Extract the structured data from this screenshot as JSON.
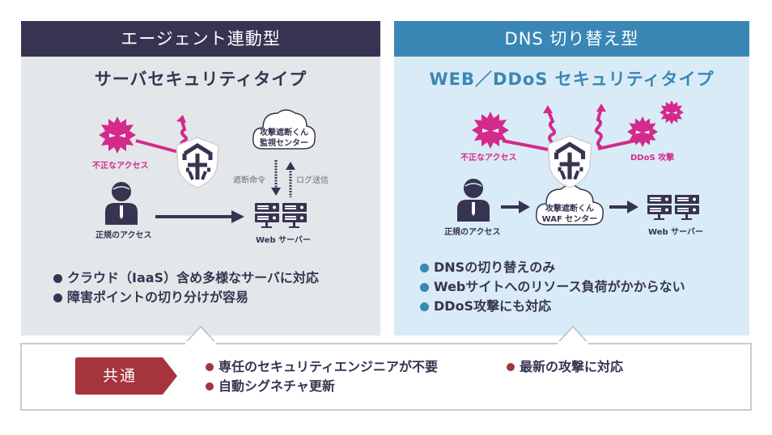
{
  "left_panel": {
    "header": "エージェント連動型",
    "subtitle": "サーバセキュリティタイプ",
    "header_color": "#363450",
    "diagram": {
      "attacker_label": "不正なアクセス",
      "legit_label": "正規のアクセス",
      "cloud_label_line1": "攻撃遮断くん",
      "cloud_label_line2": "監視センター",
      "down_arrow_label": "遮断命令",
      "up_arrow_label": "ログ送信",
      "server_label": "Web サーバー"
    },
    "bullets": [
      "クラウド（IaaS）含め多様なサーバに対応",
      "障害ポイントの切り分けが容易"
    ]
  },
  "right_panel": {
    "header": "DNS 切り替え型",
    "subtitle": "WEB／DDoS セキュリティタイプ",
    "header_color": "#3a87b5",
    "diagram": {
      "attacker_label": "不正なアクセス",
      "ddos_label": "DDoS 攻撃",
      "legit_label": "正規のアクセス",
      "cloud_label_line1": "攻撃遮断くん",
      "cloud_label_line2": "WAF センター",
      "server_label": "Web サーバー"
    },
    "bullets": [
      "DNSの切り替えのみ",
      "Webサイトへのリソース負荷がかからない",
      "DDoS攻撃にも対応"
    ]
  },
  "common": {
    "tag": "共通",
    "tag_color": "#a5343c",
    "items": [
      "専任のセキュリティエンジニアが不要",
      "最新の攻撃に対応",
      "自動シグネチャ更新"
    ]
  },
  "icons": {
    "virus": "virus-icon",
    "shield": "shield-icon",
    "person": "person-icon",
    "server": "server-icon",
    "cloud": "cloud-icon",
    "arrow": "arrow-right-icon"
  },
  "colors": {
    "navy": "#363450",
    "blue": "#3a87b5",
    "magenta": "#d32a8c",
    "left_bg": "#e4e7ea",
    "right_bg": "#d9ebf6",
    "common_red": "#a5343c"
  }
}
